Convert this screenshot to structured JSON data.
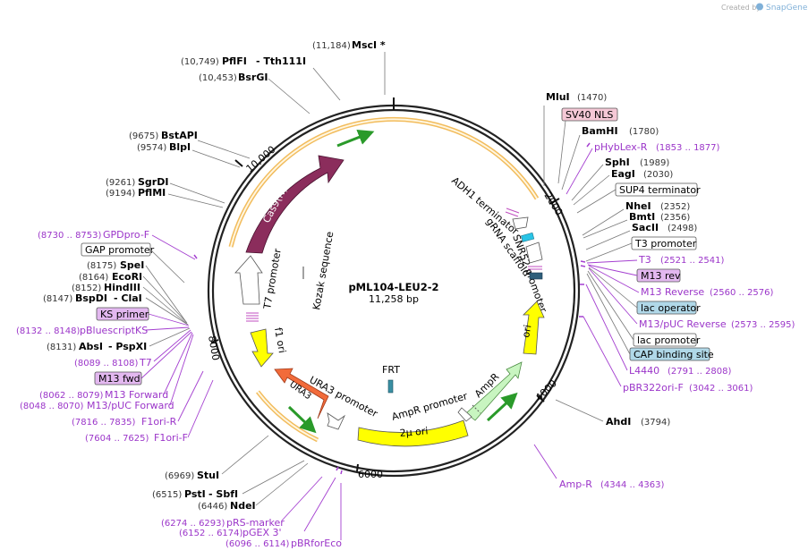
{
  "credit": {
    "prefix": "Created by",
    "brand": "SnapGene"
  },
  "plasmid": {
    "name": "pML104-LEU2-2",
    "size": "11,258 bp"
  },
  "ticks": {
    "t10000": "10,000",
    "t2000": "2000",
    "t4000": "4000",
    "t6000": "6000",
    "t8000": "8000"
  },
  "features": {
    "cas9": "Cas9(N)",
    "t7promoter": "T7 promoter",
    "f1ori": "f1 ori",
    "kozak": "Kozak sequence",
    "adh1": "ADH1 terminator",
    "grna": "gRNA scaffold",
    "snr52": "SNR52 promoter",
    "ori": "ori",
    "ampr": "AmpR",
    "amprpromoter": "AmpR promoter",
    "twomu": "2μ ori",
    "frt": "FRT",
    "ura3": "URA3",
    "ura3promoter": "URA3 promoter"
  },
  "colors": {
    "cas9": "#8b2d5c",
    "ori_yellow": "#ffff00",
    "ampr": "#c8f5c0",
    "ura3": "#f26b3a",
    "snr52": "#ffffff",
    "outline_orange": "#f0b040",
    "primer_purple": "#9b35c9"
  },
  "sites": {
    "mscI": {
      "pos": "(11,184)",
      "name": "MscI *"
    },
    "pflFI": {
      "pos": "(10,749)",
      "name": "PflFI",
      "name2": "- Tth111I"
    },
    "bsrGI": {
      "pos": "(10,453)",
      "name": "BsrGI"
    },
    "bstAPI": {
      "pos": "(9675)",
      "name": "BstAPI"
    },
    "blpI": {
      "pos": "(9574)",
      "name": "BlpI"
    },
    "sgrDI": {
      "pos": "(9261)",
      "name": "SgrDI"
    },
    "pflMI": {
      "pos": "(9194)",
      "name": "PflMI"
    },
    "gpdproF": {
      "pos": "(8730 .. 8753)",
      "name": "GPDpro-F"
    },
    "gapPromoter": {
      "name": "GAP promoter"
    },
    "speI": {
      "pos": "(8175)",
      "name": "SpeI"
    },
    "ecoRI": {
      "pos": "(8164)",
      "name": "EcoRI"
    },
    "hindIII": {
      "pos": "(8152)",
      "name": "HindIII"
    },
    "bspDI": {
      "pos": "(8147)",
      "name": "BspDI",
      "name2": "- ClaI"
    },
    "ksPrimer": {
      "name": "KS primer"
    },
    "pBluescriptKS": {
      "pos": "(8132 .. 8148)",
      "name": "pBluescriptKS"
    },
    "absI": {
      "pos": "(8131)",
      "name": "AbsI",
      "name2": "- PspXI"
    },
    "t7": {
      "pos": "(8089 .. 8108)",
      "name": "T7"
    },
    "m13fwd": {
      "name": "M13 fwd"
    },
    "m13forward": {
      "pos": "(8062 .. 8079)",
      "name": "M13 Forward"
    },
    "m13pucForward": {
      "pos": "(8048 .. 8070)",
      "name": "M13/pUC Forward"
    },
    "f1oriR": {
      "pos": "(7816 .. 7835)",
      "name": "F1ori-R"
    },
    "f1oriF": {
      "pos": "(7604 .. 7625)",
      "name": "F1ori-F"
    },
    "stuI": {
      "pos": "(6969)",
      "name": "StuI"
    },
    "pstI": {
      "pos": "(6515)",
      "name": "PstI",
      "name2": "- SbfI"
    },
    "ndeI": {
      "pos": "(6446)",
      "name": "NdeI"
    },
    "pRSmarker": {
      "pos": "(6274 .. 6293)",
      "name": "pRS-marker"
    },
    "pGEX3": {
      "pos": "(6152 .. 6174)",
      "name": "pGEX 3'"
    },
    "pBRforEco": {
      "pos": "(6096 .. 6114)",
      "name": "pBRforEco"
    },
    "mluI": {
      "name": "MluI",
      "pos": "(1470)"
    },
    "sv40nls": {
      "name": "SV40 NLS"
    },
    "bamHI": {
      "name": "BamHI",
      "pos": "(1780)"
    },
    "pHybLexR": {
      "name": "pHybLex-R",
      "pos": "(1853 .. 1877)"
    },
    "sphI": {
      "name": "SphI",
      "pos": "(1989)"
    },
    "eagI": {
      "name": "EagI",
      "pos": "(2030)"
    },
    "sup4": {
      "name": "SUP4 terminator"
    },
    "nheI": {
      "name": "NheI",
      "pos": "(2352)"
    },
    "bmtI": {
      "name": "BmtI",
      "pos": "(2356)"
    },
    "sacII": {
      "name": "SacII",
      "pos": "(2498)"
    },
    "t3promoter": {
      "name": "T3 promoter"
    },
    "t3": {
      "name": "T3",
      "pos": "(2521 .. 2541)"
    },
    "m13rev": {
      "name": "M13 rev"
    },
    "m13reverse": {
      "name": "M13 Reverse",
      "pos": "(2560 .. 2576)"
    },
    "lacOperator": {
      "name": "lac operator"
    },
    "m13pucReverse": {
      "name": "M13/pUC Reverse",
      "pos": "(2573 .. 2595)"
    },
    "lacPromoter": {
      "name": "lac promoter"
    },
    "cap": {
      "name": "CAP binding site"
    },
    "l4440": {
      "name": "L4440",
      "pos": "(2791 .. 2808)"
    },
    "pbr322oriF": {
      "name": "pBR322ori-F",
      "pos": "(3042 .. 3061)"
    },
    "ahdI": {
      "name": "AhdI",
      "pos": "(3794)"
    },
    "ampR": {
      "name": "Amp-R",
      "pos": "(4344 .. 4363)"
    }
  }
}
